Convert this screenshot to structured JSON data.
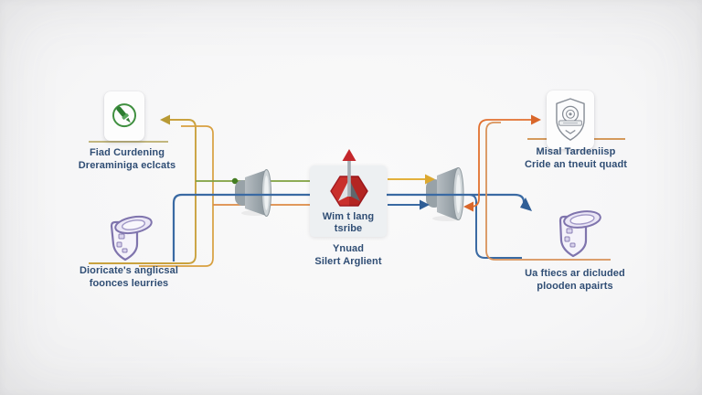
{
  "diagram": {
    "type": "flow-diagram",
    "nodes": {
      "top_left": {
        "icon": "green-circle-marker-icon",
        "line1": "Fiad Curdening",
        "line2": "Dreraminiga eclcats"
      },
      "bottom_left": {
        "icon": "purple-container-icon",
        "line1": "Dioricate's anglicsal",
        "line2": "foonces leurries"
      },
      "top_right": {
        "icon": "gray-badge-shield-icon",
        "line1": "Misal Tardeniisp",
        "line2": "Cride an tneuit quadt"
      },
      "bottom_right": {
        "icon": "purple-container-icon",
        "line1": "Ua ftiecs ar dicluded",
        "line2": "plooden apairts"
      },
      "center": {
        "icon": "red-hexagon-arrow-logo",
        "card_line1": "Wim t lang",
        "card_line2": "tsribe",
        "caption_line1": "Ynuad",
        "caption_line2": "Silert Arglient"
      }
    },
    "connectors": [
      {
        "from": "bottom-left-node",
        "to": "top-left-node",
        "color": "yellow",
        "arrow": "left into top-left icon"
      },
      {
        "from": "bottom-left-node",
        "to": "center",
        "color": "orange",
        "style": "up then right"
      },
      {
        "from": "left-riser",
        "to": "center",
        "color": "green",
        "marker": "dot"
      },
      {
        "from": "bottom-left-node",
        "to": "bottom-right-node",
        "color": "blue",
        "style": "main horizontal through center, arrow down at right"
      },
      {
        "from": "center",
        "to": "right-megaphone",
        "color": "yellow",
        "arrow": "right"
      },
      {
        "from": "center",
        "to": "right-megaphone",
        "color": "blue",
        "arrow": "right"
      },
      {
        "from": "top-right-node",
        "to": "right-megaphone",
        "color": "orange",
        "arrow": "both ends"
      },
      {
        "from": "right-riser",
        "to": "bottom-right-underline",
        "color": "tan"
      }
    ]
  },
  "palette": {
    "text": "#2f4d74",
    "yellow": "#c9a23f",
    "yellow_bright": "#e3b13d",
    "orange": "#e2702f",
    "tan": "#d9935a",
    "green": "#7fa03f",
    "green_dot": "#447d22",
    "blue": "#3a6aa3",
    "purple": "#7f74ad",
    "logo_red": "#c4272b",
    "icon_gray": "#878d96"
  }
}
